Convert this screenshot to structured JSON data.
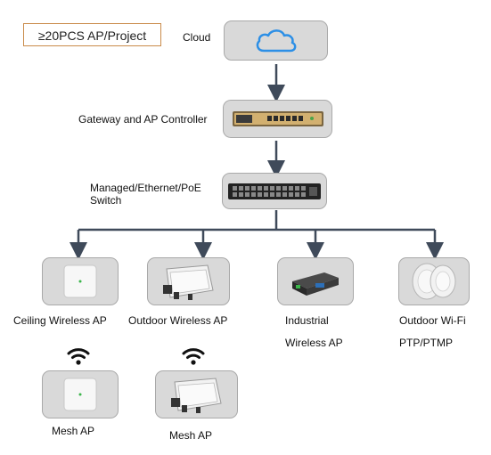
{
  "badge": {
    "text": "≥20PCS AP/Project"
  },
  "nodes": {
    "cloud": {
      "label": "Cloud"
    },
    "gateway": {
      "label": "Gateway and AP Controller"
    },
    "switch": {
      "label_line1": "Managed/Ethernet/PoE",
      "label_line2": "Switch"
    },
    "ceiling_ap": {
      "label": "Ceiling Wireless AP"
    },
    "outdoor_ap": {
      "label": "Outdoor Wireless AP"
    },
    "industrial_ap": {
      "label_line1": "Industrial",
      "label_line2": "Wireless AP"
    },
    "outdoor_wifi": {
      "label_line1": "Outdoor Wi-Fi",
      "label_line2": "PTP/PTMP"
    },
    "mesh_ap_1": {
      "label": "Mesh AP"
    },
    "mesh_ap_2": {
      "label": "Mesh AP"
    }
  },
  "colors": {
    "arrow": "#3f4a5a",
    "box_fill": "#d9d9d9",
    "cloud_blue": "#2c8fe6",
    "badge_border": "#c98b4a"
  },
  "icons": [
    "cloud-icon",
    "gateway-device-icon",
    "switch-device-icon",
    "ceiling-ap-icon",
    "outdoor-ap-icon",
    "industrial-ap-icon",
    "outdoor-wifi-antenna-icon",
    "wifi-icon"
  ]
}
